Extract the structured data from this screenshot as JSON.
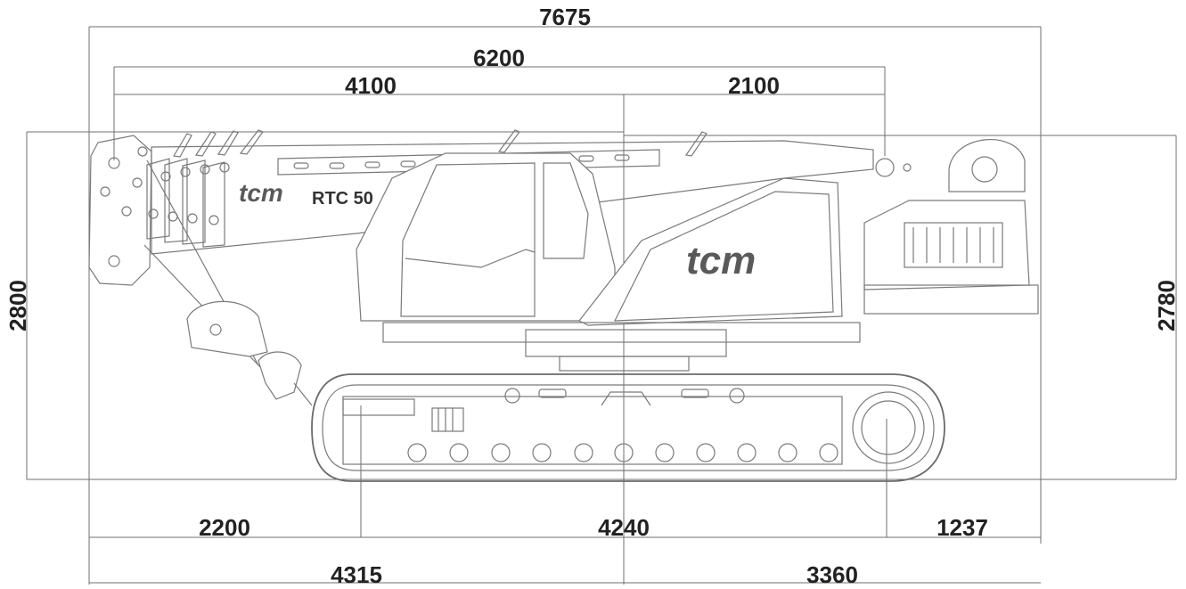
{
  "dimensions": {
    "overall_length": "7675",
    "upper_length": "6200",
    "left_segment": "4100",
    "right_segment": "2100",
    "left_height": "2800",
    "right_height": "2780",
    "front_overhang": "2200",
    "track_length": "4240",
    "rear_overhang": "1237",
    "bottom_left": "4315",
    "bottom_right": "3360"
  },
  "labels": {
    "brand": "tcm",
    "model": "RTC 50"
  },
  "colors": {
    "line": "#6f6f6f",
    "text": "#222222",
    "logo": "#5a5a5a"
  }
}
